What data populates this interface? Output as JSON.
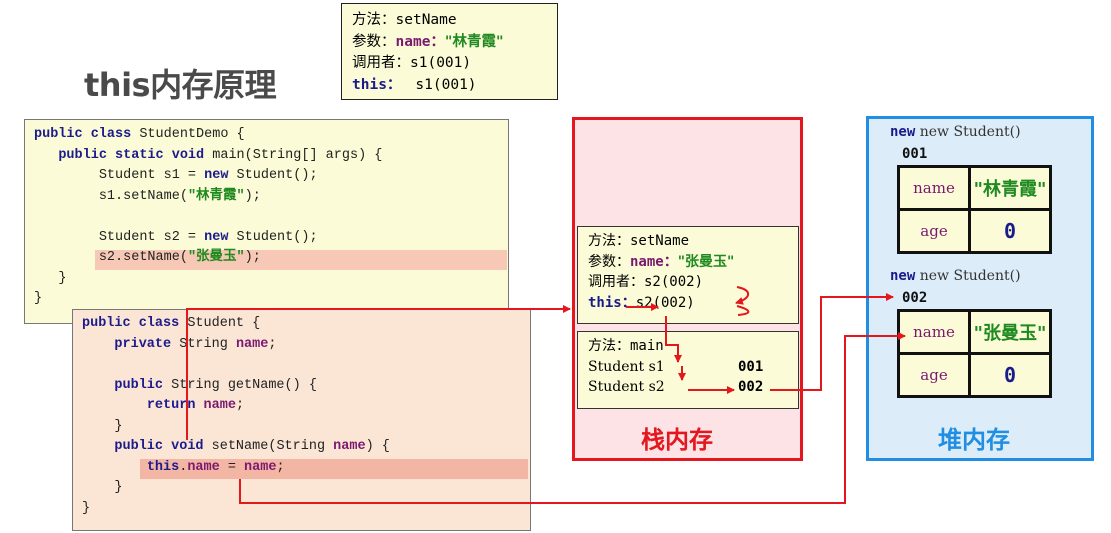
{
  "title": "this内存原理",
  "top_info": {
    "method_label": "方法：",
    "method_value": "setName",
    "param_label": "参数：",
    "param_name": "name：",
    "param_value": "\"林青霞\"",
    "caller_label": "调用者：",
    "caller_value": "s1(001)",
    "this_label": "this：",
    "this_value": "s1(001)"
  },
  "demo_code": {
    "line1_kw": "public class",
    "line1_rest": " StudentDemo {",
    "line2_kw": "public static void",
    "line2_rest": " main(String[] args) {",
    "line3_a": "Student s1 = ",
    "line3_kw": "new",
    "line3_b": " Student();",
    "line4_a": "s1.setName(",
    "line4_str": "\"林青霞\"",
    "line4_b": ");",
    "line5_a": "Student s2 = ",
    "line5_kw": "new",
    "line5_b": " Student();",
    "line6_a": "s2.setName(",
    "line6_str": "\"张曼玉\"",
    "line6_b": ");",
    "close_inner": "}",
    "close_outer": "}"
  },
  "student_code": {
    "line1_kw": "public class",
    "line1_rest": " Student {",
    "line2_kw": "private",
    "line2_a": " String ",
    "line2_field": "name",
    "line2_b": ";",
    "line3_kw": "public",
    "line3_rest": " String getName() {",
    "line4_kw": "return",
    "line4_field": " name",
    "line4_b": ";",
    "line5": "}",
    "line6_kw": "public void",
    "line6_a": " setName(String ",
    "line6_param": "name",
    "line6_b": ") {",
    "line7_kw": "this",
    "line7_a": ".",
    "line7_field": "name",
    "line7_b": " = ",
    "line7_param": "name",
    "line7_c": ";",
    "line8": "}",
    "line9": "}"
  },
  "stack": {
    "label": "栈内存",
    "frame_setname": {
      "method_label": "方法：",
      "method_value": "setName",
      "param_label": "参数：",
      "param_name": "name：",
      "param_value": "\"张曼玉\"",
      "caller_label": "调用者：",
      "caller_value": "s2(002)",
      "this_label": "this：",
      "this_value": "s2(002)"
    },
    "frame_main": {
      "method_label": "方法：",
      "method_value": "main",
      "var1_name": "Student s1",
      "var1_value": "001",
      "var2_name": "Student s2",
      "var2_value": "002"
    }
  },
  "heap": {
    "label": "堆内存",
    "objects": [
      {
        "header": "new Student()",
        "id": "001",
        "name_field": "name",
        "name_value": "\"林青霞\"",
        "age_field": "age",
        "age_value": "0"
      },
      {
        "header": "new Student()",
        "id": "002",
        "name_field": "name",
        "name_value": "\"张曼玉\"",
        "age_field": "age",
        "age_value": "0"
      }
    ]
  },
  "colors": {
    "keyword": "#1b1b8c",
    "param": "#7a1a6f",
    "string": "#1f8a1f",
    "arrow": "#e3171d",
    "stack_border": "#e3171d",
    "heap_border": "#1f8ee3"
  }
}
